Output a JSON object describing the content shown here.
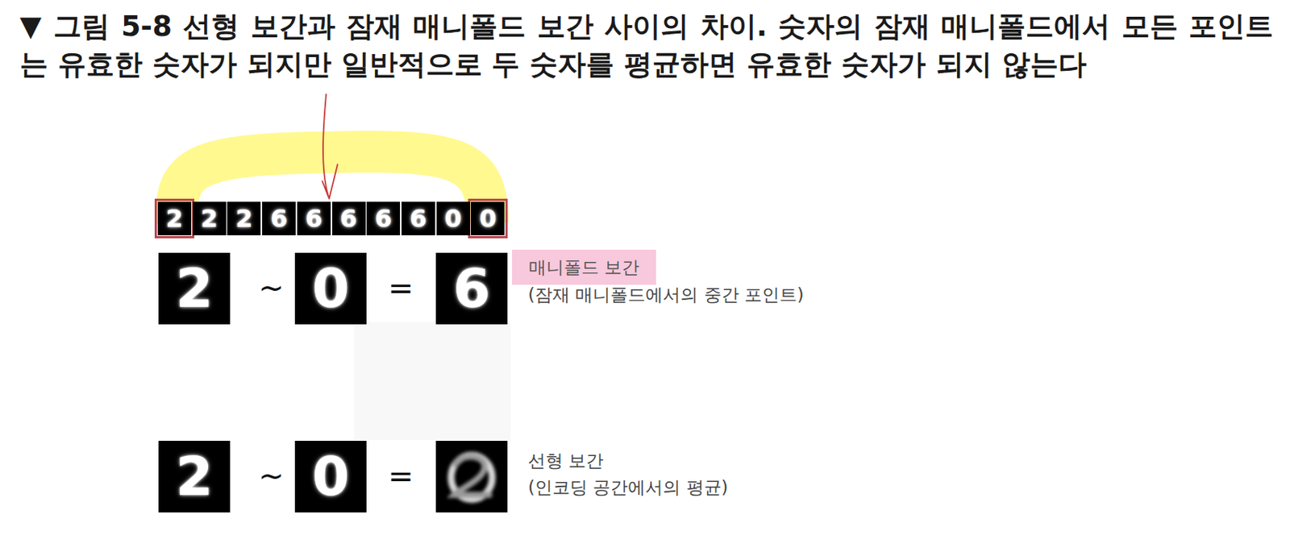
{
  "diagram": {
    "title": "▼ 그림 5-8 선형 보간과 잠재 매니폴드 보간 사이의 차이. 숫자의 잠재 매니폴드에서 모든 포인트는 유효한 숫자가 되지만 일반적으로 두 숫자를 평균하면 유효한 숫자가 되지 않는다",
    "labels": [
      "2",
      "2",
      "2",
      "6",
      "6",
      "6",
      "6",
      "6",
      "0",
      "0",
      "2",
      "~",
      "0",
      "=",
      "6",
      "매니폴드 보간",
      "(잠재 매니폴드에서의 중간 포인트)",
      "2",
      "~",
      "0",
      "=",
      "선형 보간",
      "(인코딩 공간에서의 평균)"
    ]
  }
}
